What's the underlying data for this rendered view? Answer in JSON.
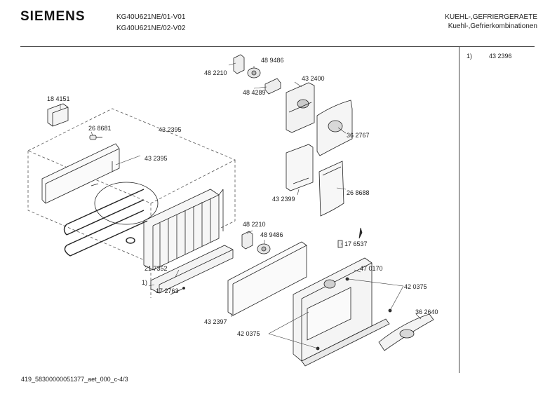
{
  "header": {
    "brand": "SIEMENS",
    "model_1": "KG40U621NE/01-V01",
    "model_2": "KG40U621NE/02-V02",
    "category_1": "KUEHL-,GEFRIERGERAETE",
    "category_2": "Kuehl-,Gefrierkombinationen"
  },
  "footnote": {
    "number": "1)",
    "part": "43 2396"
  },
  "parts": {
    "p184151": "18 4151",
    "p268681": "26 8681",
    "p432395a": "43 2395",
    "p432395b": "43 2395",
    "p482210a": "48 2210",
    "p489486a": "48 9486",
    "p484289": "48 4289",
    "p432400": "43 2400",
    "p362767": "36 2767",
    "p432399": "43 2399",
    "p268688": "26 8688",
    "p482210b": "48 2210",
    "p489486b": "48 9486",
    "p176537": "17 6537",
    "p217352": "21 7352",
    "ref1": "1)",
    "p172763": "17 2763",
    "p470170": "47 0170",
    "p420375a": "42 0375",
    "p432397": "43 2397",
    "p362640": "36 2640",
    "p420375b": "42 0375"
  },
  "footer": {
    "doc_id": "419_58300000051377_aet_000_c-4/3"
  }
}
